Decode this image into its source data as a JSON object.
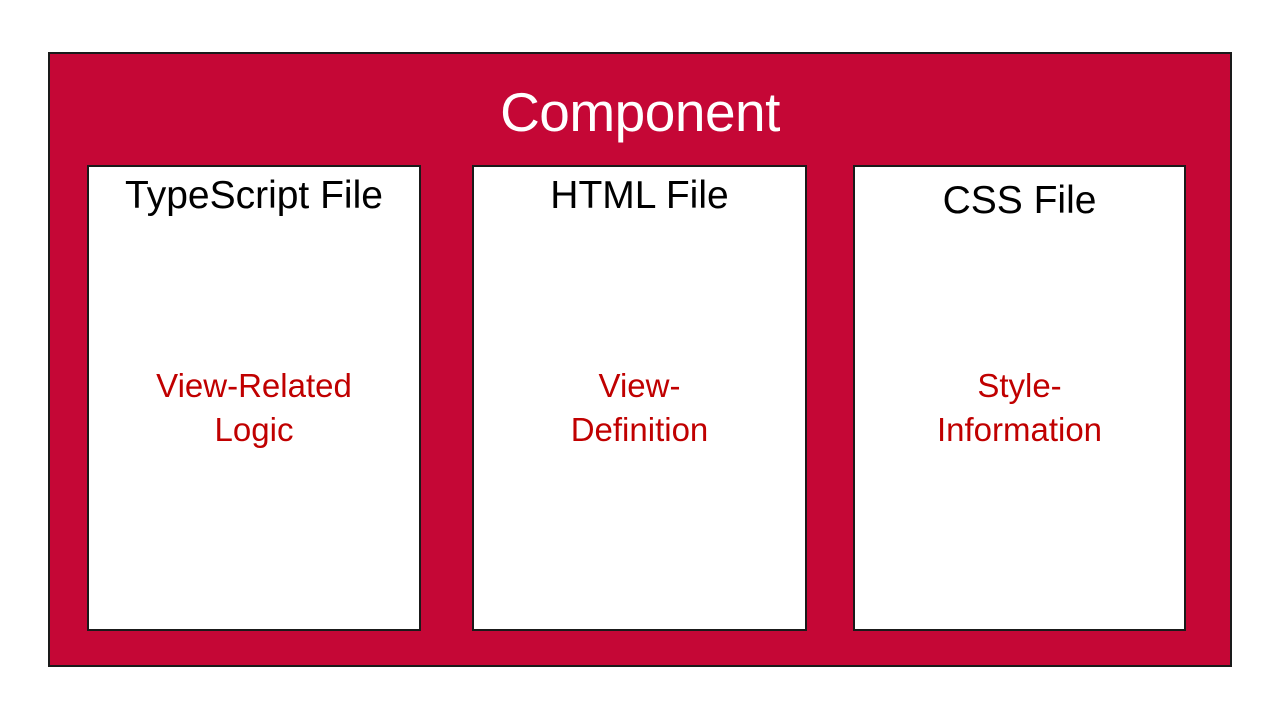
{
  "diagram": {
    "title": "Component",
    "boxes": [
      {
        "id": "typescript",
        "heading": "TypeScript File",
        "description": "View-Related\nLogic"
      },
      {
        "id": "html",
        "heading": "HTML File",
        "description": "View-\nDefinition"
      },
      {
        "id": "css",
        "heading": "CSS File",
        "description": "Style-\nInformation"
      }
    ],
    "colors": {
      "container_fill": "#C50736",
      "container_border": "#1A1A1A",
      "box_fill": "#FFFFFF",
      "box_border": "#1A1A1A",
      "title_text": "#FFFFFF",
      "heading_text": "#000000",
      "description_text": "#C00000",
      "page_bg": "#FFFFFF"
    }
  }
}
